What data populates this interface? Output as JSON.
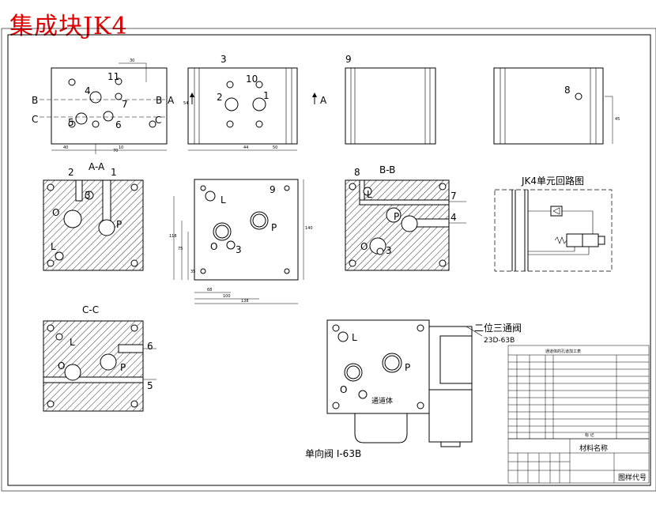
{
  "title": "集成块JK4",
  "views": {
    "top1_labels": [
      "11",
      "4",
      "7",
      "5",
      "6"
    ],
    "top1_side_labels": {
      "b_left": "B",
      "b_right": "B",
      "c_left": "C",
      "c_right": "C",
      "a_right": "A"
    },
    "top2_number": "3",
    "top2_labels": [
      "10",
      "2",
      "1"
    ],
    "top2_arrow": "A",
    "top3_number": "9",
    "top4_label": "8",
    "section_aa": "A-A",
    "section_aa_labels": [
      "2",
      "1",
      "3",
      "O",
      "P",
      "L"
    ],
    "mid_view_number": "9",
    "mid_view_labels": [
      "L",
      "P",
      "O",
      "3"
    ],
    "section_bb": "B-B",
    "section_bb_labels": [
      "8",
      "L",
      "7",
      "P",
      "4",
      "O",
      "3"
    ],
    "circuit_title": "JK4单元回路图",
    "section_cc": "C-C",
    "section_cc_labels": [
      "L",
      "6",
      "O",
      "P",
      "5"
    ],
    "assembly_labels": {
      "L": "L",
      "P": "P",
      "O": "O",
      "body": "通道体"
    },
    "valve1": "二位三通阀",
    "valve1_model": "23D-63B",
    "valve2": "单向阀 I-63B"
  },
  "title_block": {
    "table_title": "通道体的孔道加工表",
    "material_label": "材料名称",
    "drawing_code_label": "图样代号",
    "mark_label": "标 记"
  }
}
